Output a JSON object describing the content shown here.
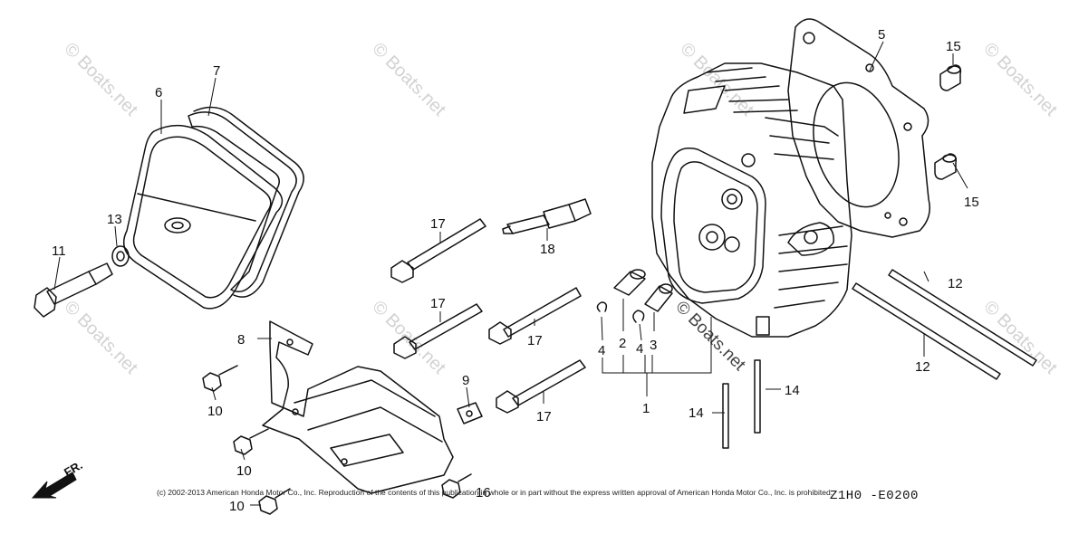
{
  "watermark_text": "© Boats.net",
  "callouts": [
    "1",
    "2",
    "3",
    "4",
    "4",
    "5",
    "6",
    "7",
    "8",
    "9",
    "10",
    "10",
    "10",
    "11",
    "12",
    "12",
    "13",
    "14",
    "14",
    "15",
    "15",
    "16",
    "17",
    "17",
    "17",
    "17",
    "18"
  ],
  "direction_label": "FR.",
  "copyright_text": "(c) 2002-2013 American Honda Motor Co., Inc. Reproduction of the contents of this publication in whole or in part without the express written approval of American Honda Motor Co., Inc. is prohibited.",
  "diagram_code": "Z1H0 -E0200",
  "colors": {
    "line": "#111111",
    "watermark": "#d2d2d2",
    "background": "#ffffff"
  }
}
